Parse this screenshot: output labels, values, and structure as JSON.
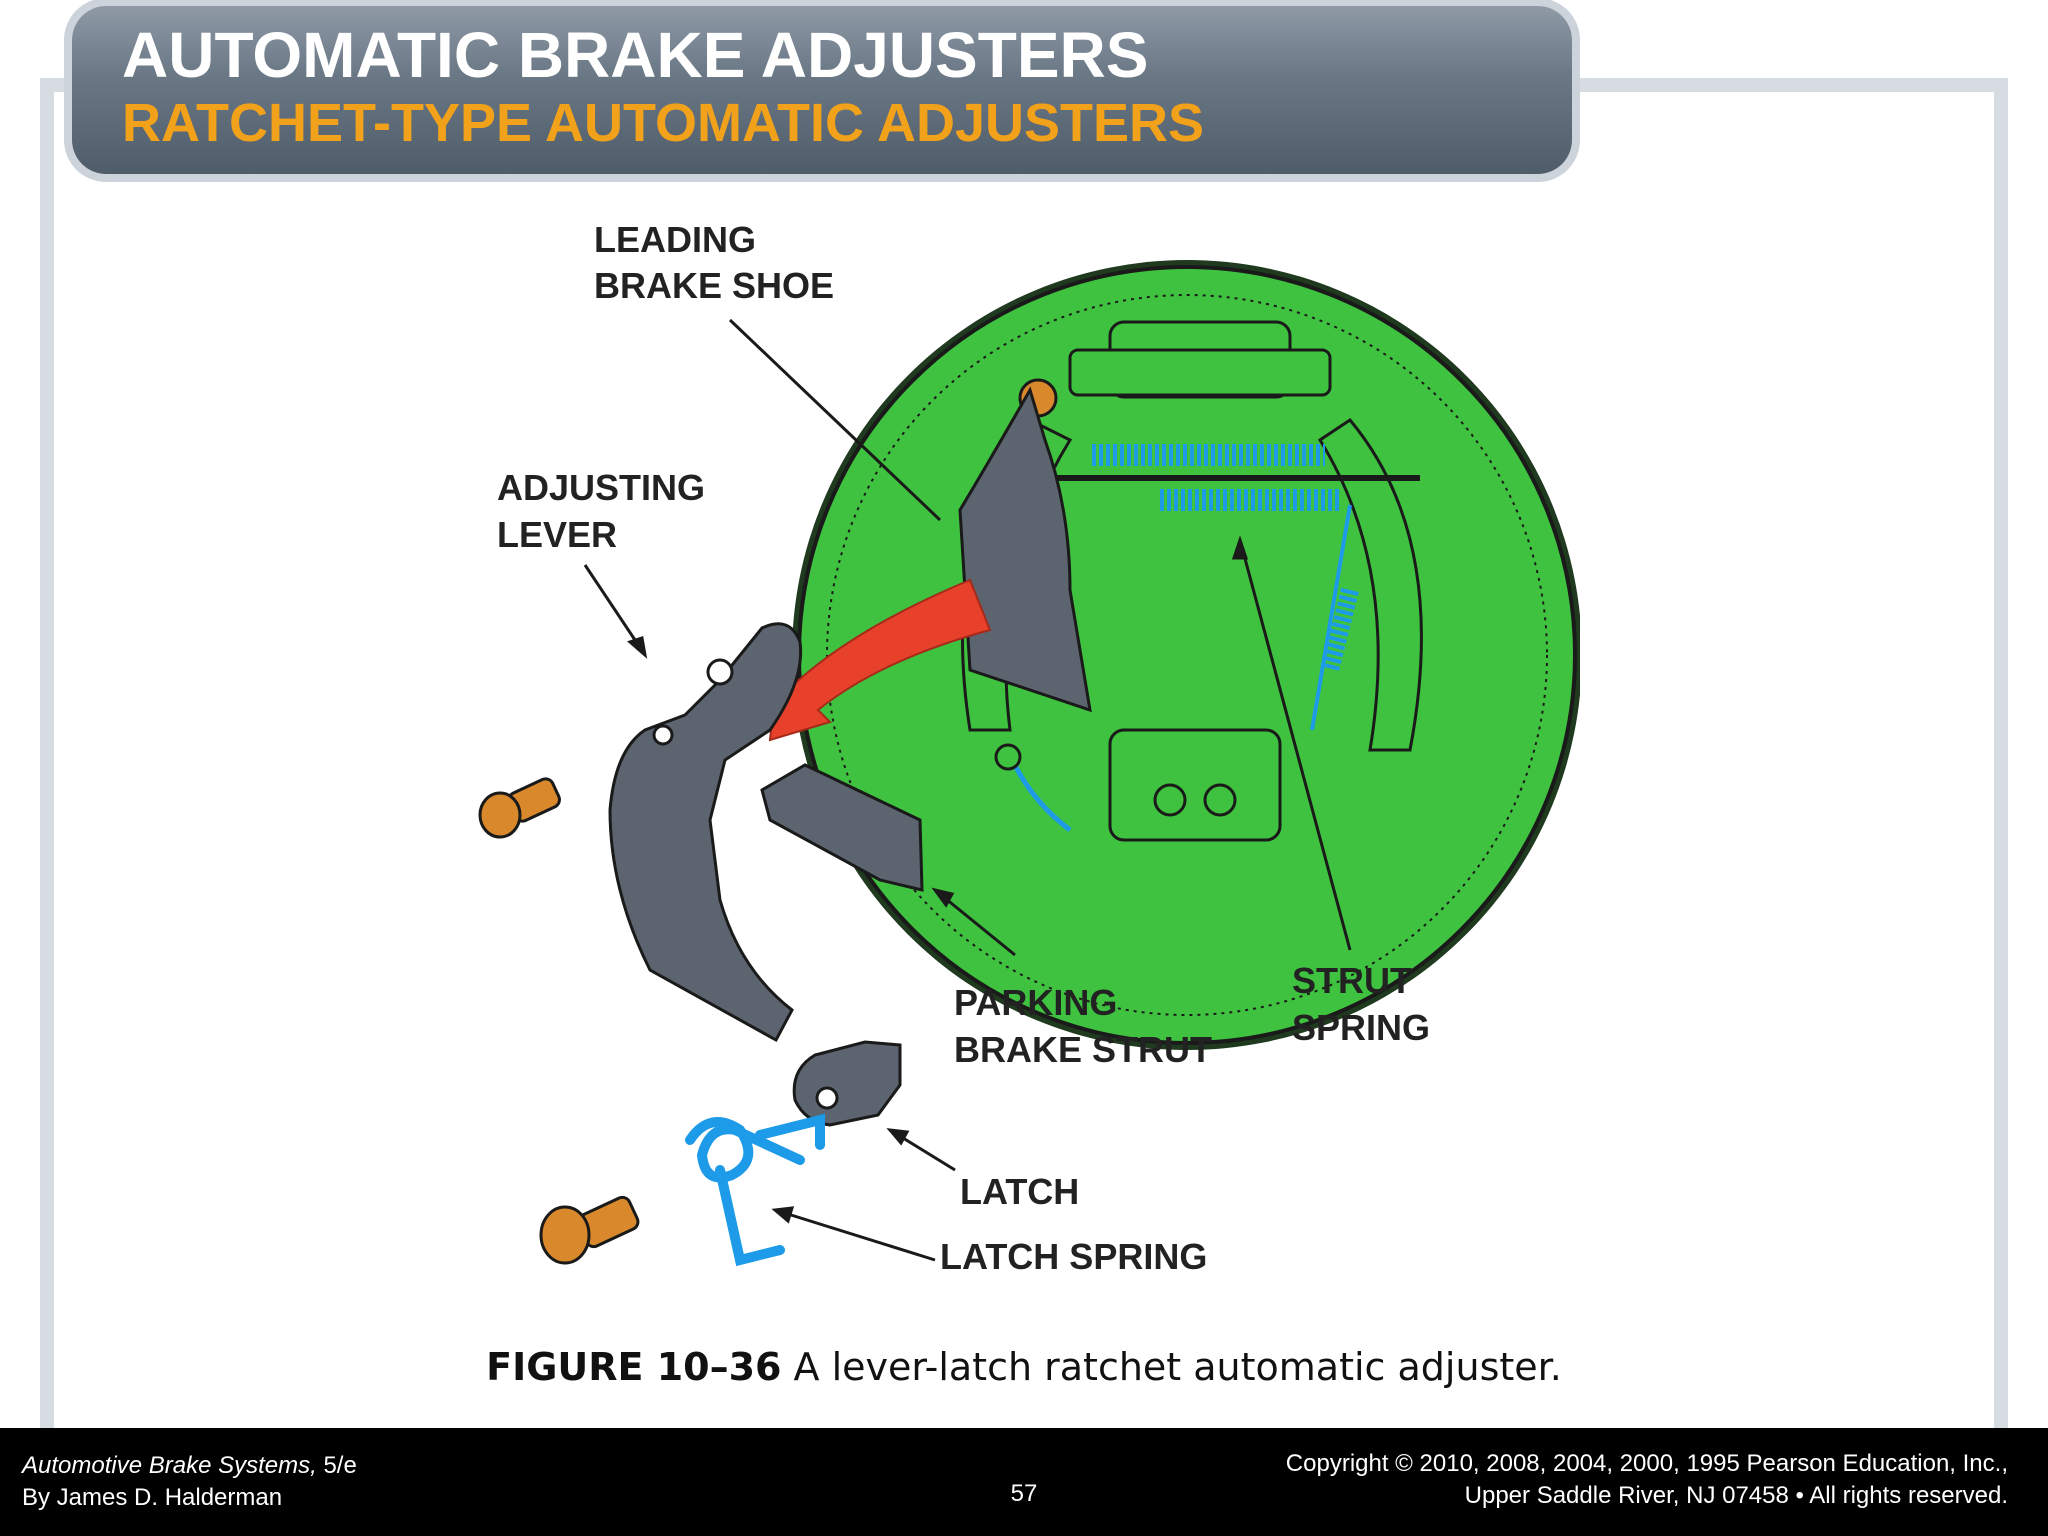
{
  "slide": {
    "title": "AUTOMATIC BRAKE ADJUSTERS",
    "subtitle": "RATCHET-TYPE AUTOMATIC ADJUSTERS"
  },
  "figure": {
    "labels": {
      "leading_shoe_1": "LEADING",
      "leading_shoe_2": "BRAKE SHOE",
      "adjusting_lever_1": "ADJUSTING",
      "adjusting_lever_2": "LEVER",
      "parking_strut_1": "PARKING",
      "parking_strut_2": "BRAKE STRUT",
      "strut_spring_1": "STRUT",
      "strut_spring_2": "SPRING",
      "latch": "LATCH",
      "latch_spring": "LATCH SPRING"
    },
    "caption_number": "FIGURE 10–36",
    "caption_text": " A lever-latch ratchet automatic adjuster.",
    "colors": {
      "backing_plate": "#3fc23f",
      "spring": "#1e9be8",
      "part_gray": "#5c6470",
      "pin_orange": "#d9892c",
      "arrow_red": "#e8412b"
    }
  },
  "footer": {
    "book_title": "Automotive Brake Systems,",
    "edition": " 5/e",
    "author": "By James D. Halderman",
    "page_number": "57",
    "copyright_line1": "Copyright © 2010, 2008, 2004, 2000, 1995 Pearson Education, Inc.,",
    "copyright_line2": "Upper Saddle River, NJ 07458 • All rights reserved."
  }
}
